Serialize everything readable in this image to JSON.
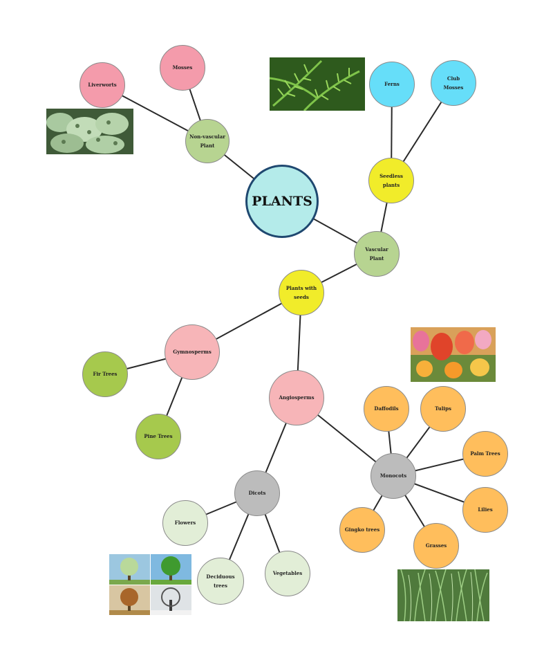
{
  "colors": {
    "root": "#b4ebea",
    "root_border": "#1f4870",
    "green": "#b7d491",
    "pink": "#f49bab",
    "yellow": "#f1ec2a",
    "cyan": "#66def9",
    "light_pink": "#f7b5b8",
    "lime": "#a6c94d",
    "orange": "#ffbe5c",
    "gray": "#bcbcbc",
    "pale_green": "#e2eed7",
    "line": "#2a2a2a"
  },
  "diagram": {
    "root": "PLANTS",
    "nodes": {
      "nonvascular": "Non-vascular\nPlant",
      "liverworts": "Liverworts",
      "mosses": "Mosses",
      "vascular": "Vascular Plant",
      "seedless": "Seedless plants",
      "ferns": "Ferns",
      "clubmosses": "Club\nMosses",
      "seeds": "Plants with seeds",
      "gymnosperms": "Gymnosperms",
      "firtrees": "Fir Trees",
      "pinetrees": "Pine Trees",
      "angiosperms": "Angiosperms",
      "dicots": "Dicots",
      "flowers": "Flowers",
      "deciduous": "Deciduous trees",
      "vegetables": "Vegetables",
      "monocots": "Monocots",
      "daffodils": "Daffodils",
      "tulips": "Tulips",
      "palmtrees": "Palm Trees",
      "lilies": "Lilies",
      "grasses": "Grasses",
      "gingko": "Gingko trees"
    },
    "images": [
      "liverwort-photo",
      "fern-photo",
      "tulip-photo",
      "grass-photo",
      "tree-seasons-photo"
    ]
  }
}
